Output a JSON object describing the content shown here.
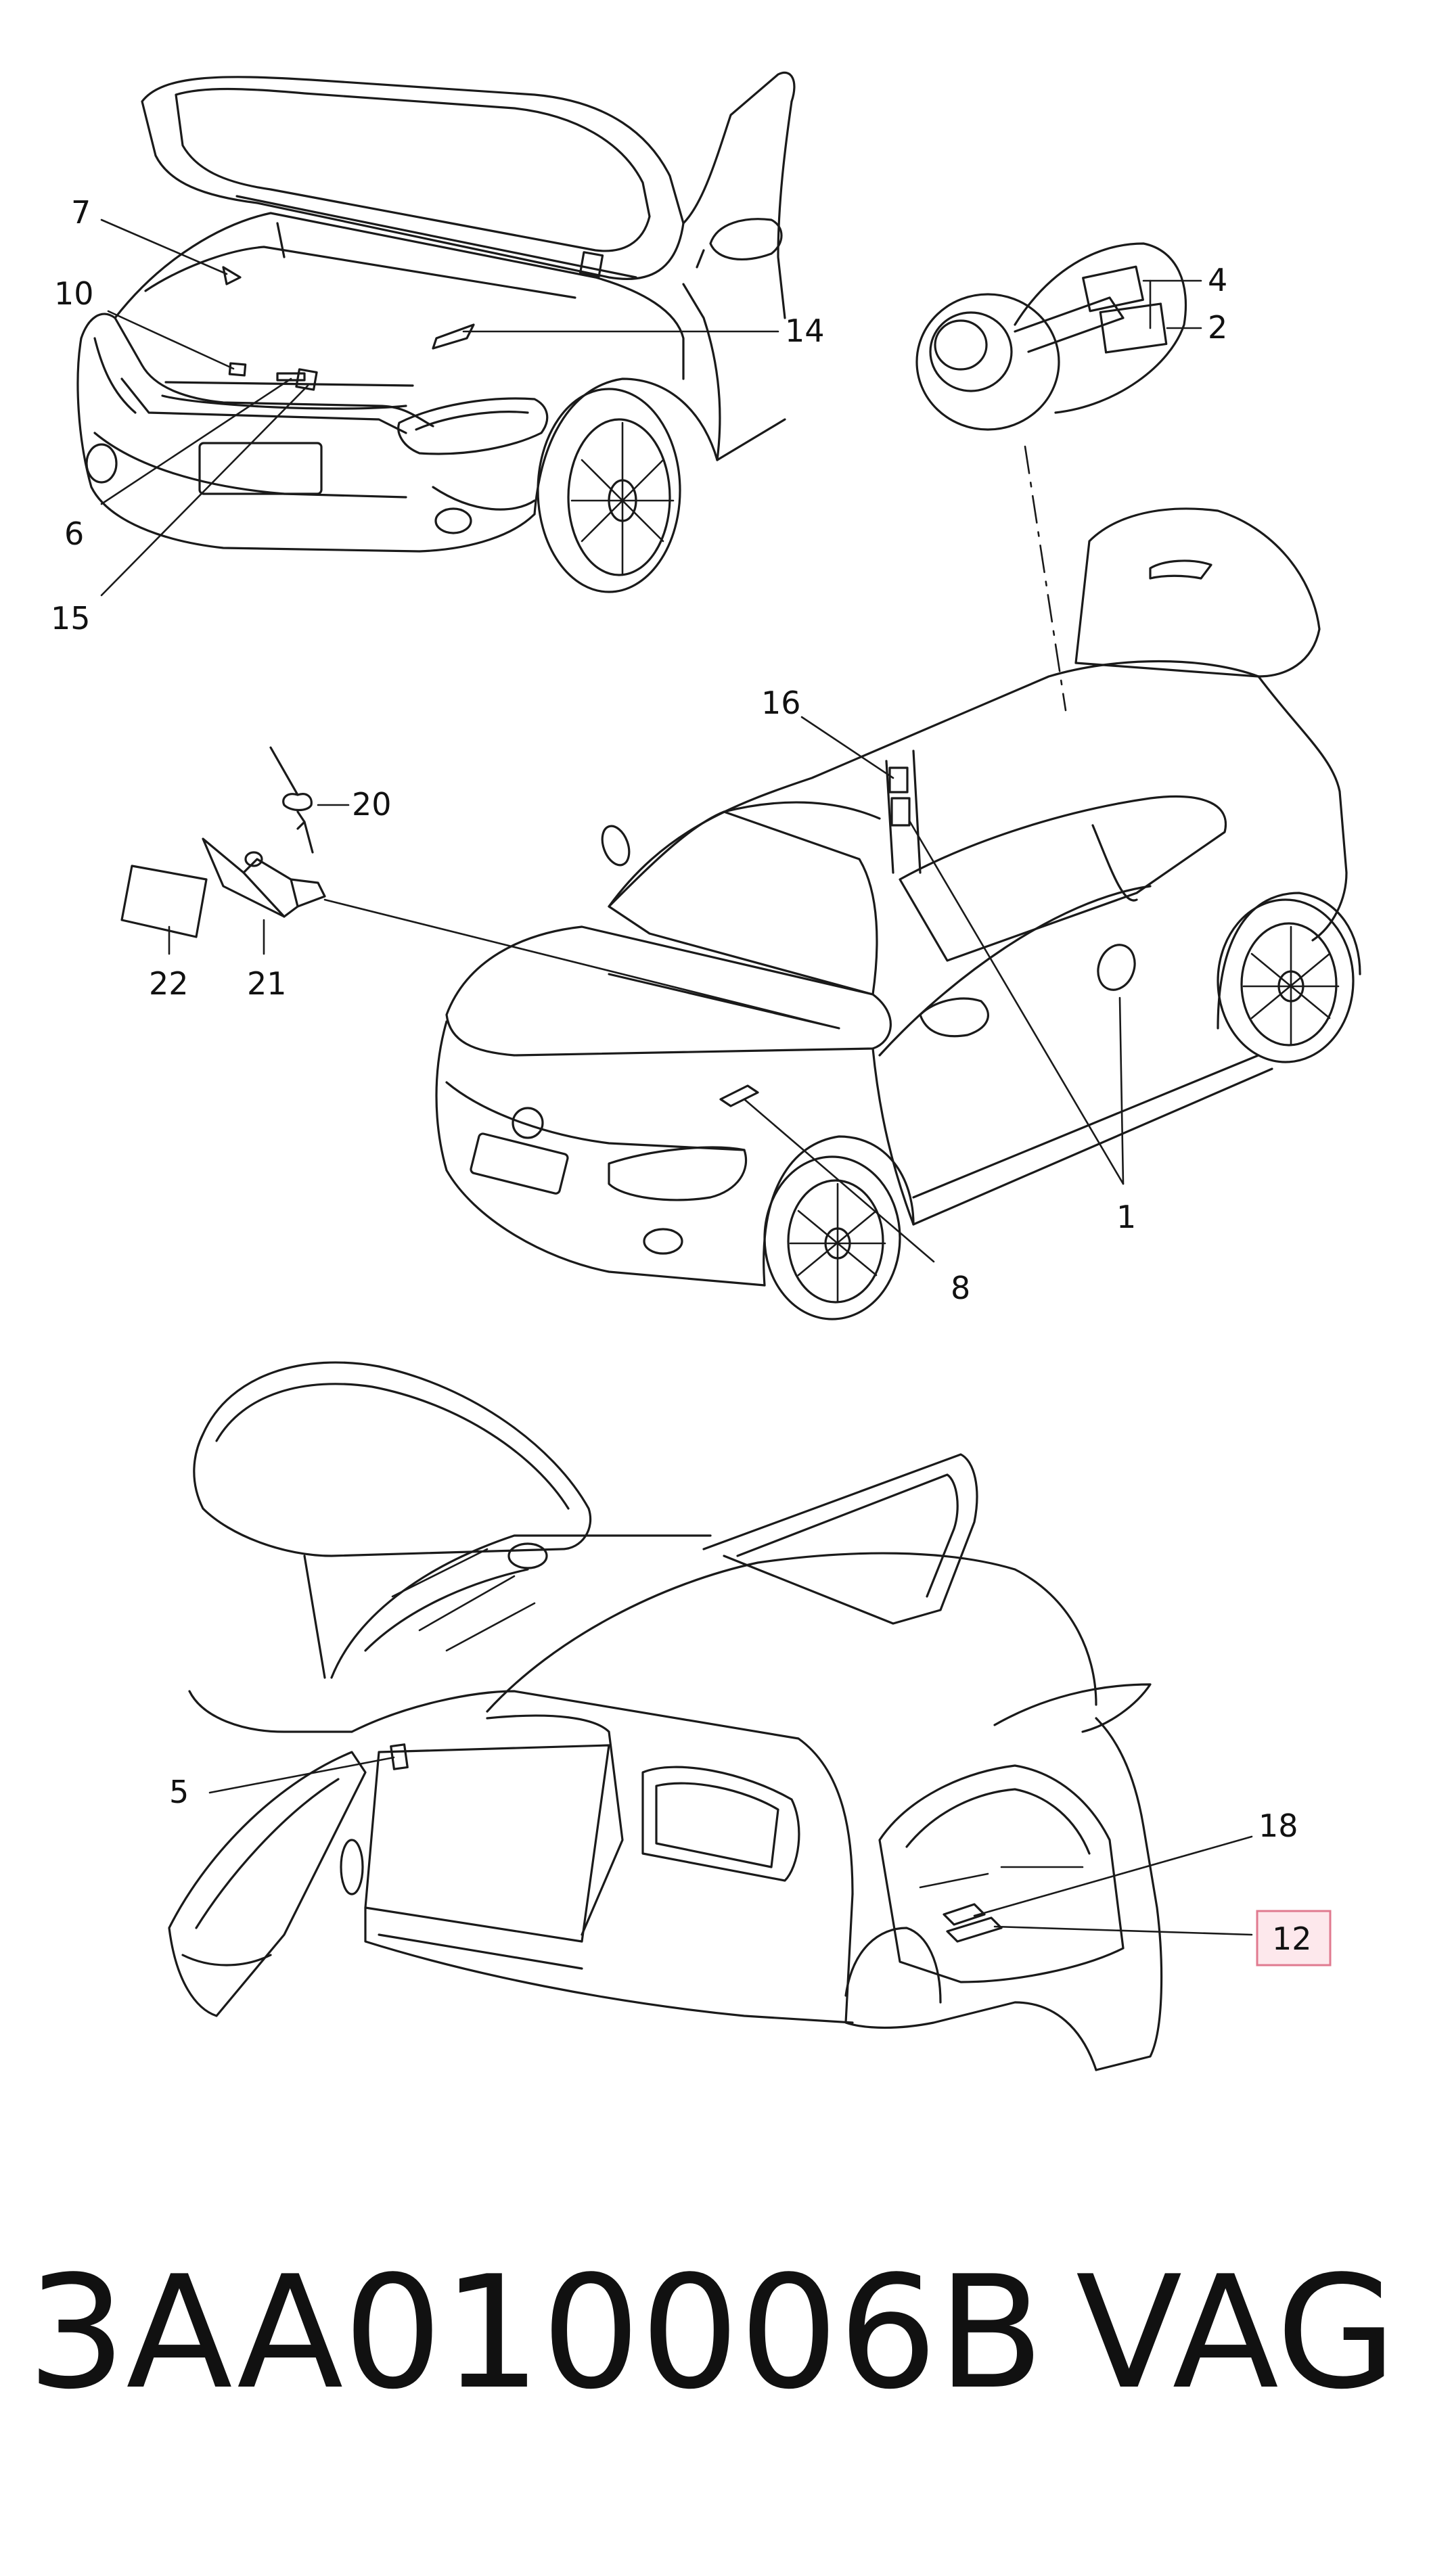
{
  "diagram": {
    "callouts": [
      {
        "id": "c7",
        "label": "7"
      },
      {
        "id": "c10",
        "label": "10"
      },
      {
        "id": "c14",
        "label": "14"
      },
      {
        "id": "c6",
        "label": "6"
      },
      {
        "id": "c15",
        "label": "15"
      },
      {
        "id": "c4",
        "label": "4"
      },
      {
        "id": "c2",
        "label": "2"
      },
      {
        "id": "c16",
        "label": "16"
      },
      {
        "id": "c20",
        "label": "20"
      },
      {
        "id": "c22",
        "label": "22"
      },
      {
        "id": "c21",
        "label": "21"
      },
      {
        "id": "c1",
        "label": "1"
      },
      {
        "id": "c8",
        "label": "8"
      },
      {
        "id": "c5",
        "label": "5"
      },
      {
        "id": "c18",
        "label": "18"
      },
      {
        "id": "c12",
        "label": "12",
        "highlighted": true
      }
    ],
    "highlight_color": "#fde8ec",
    "highlight_border": "#e07a8f"
  },
  "caption": {
    "part_number": "3AA010006B",
    "brand": "VAG"
  }
}
